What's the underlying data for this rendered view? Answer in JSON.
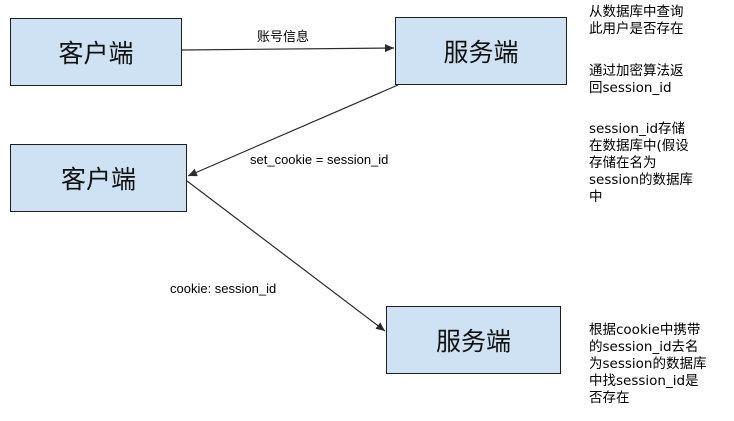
{
  "nodes": {
    "client_1": "客户端",
    "server_1": "服务端",
    "client_2": "客户端",
    "server_2": "服务端"
  },
  "edges": {
    "e1_label": "账号信息",
    "e2_label": "set_cookie = session_id",
    "e3_label": "cookie: session_id"
  },
  "notes": {
    "note_1": [
      "从数据库中查询",
      "此用户是否存在"
    ],
    "note_2": [
      "通过加密算法返",
      "回session_id"
    ],
    "note_3": [
      "session_id存储",
      "在数据库中(假设",
      "存储在名为",
      "session的数据库",
      "中"
    ],
    "note_4": [
      "根据cookie中携带",
      "的session_id去名",
      "为session的数据库",
      "中找session_id是",
      "否存在"
    ]
  },
  "colors": {
    "node_fill": "#cfe2f3",
    "node_border": "#1f1f1f",
    "edge": "#2b2b2b"
  }
}
